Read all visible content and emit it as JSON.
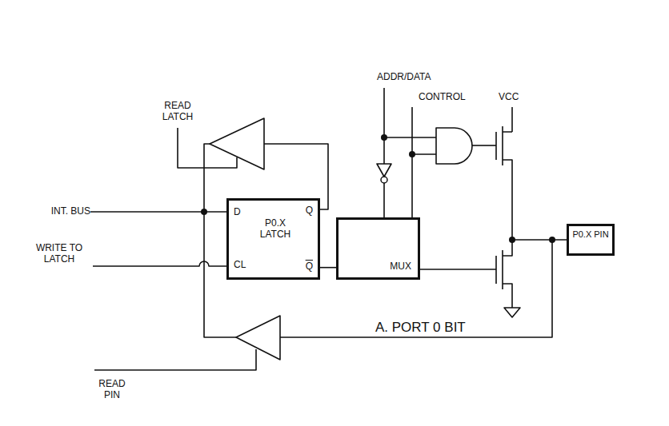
{
  "diagram": {
    "nodes": [
      {
        "text": [
          "P0.X LATCH",
          "D",
          "Q",
          "CL",
          "Q"
        ]
      },
      {
        "text": [
          "MUX"
        ]
      },
      {
        "text": [
          "P0.X PIN"
        ]
      }
    ],
    "edges": [
      {
        "from": 0,
        "to": 1,
        "arrow": "none"
      }
    ],
    "labels": [
      "READ LATCH",
      "INT. BUS",
      "WRITE TO LATCH",
      "ADDR/DATA",
      "CONTROL",
      "VCC",
      "READ PIN",
      "A. PORT 0 BIT"
    ]
  }
}
